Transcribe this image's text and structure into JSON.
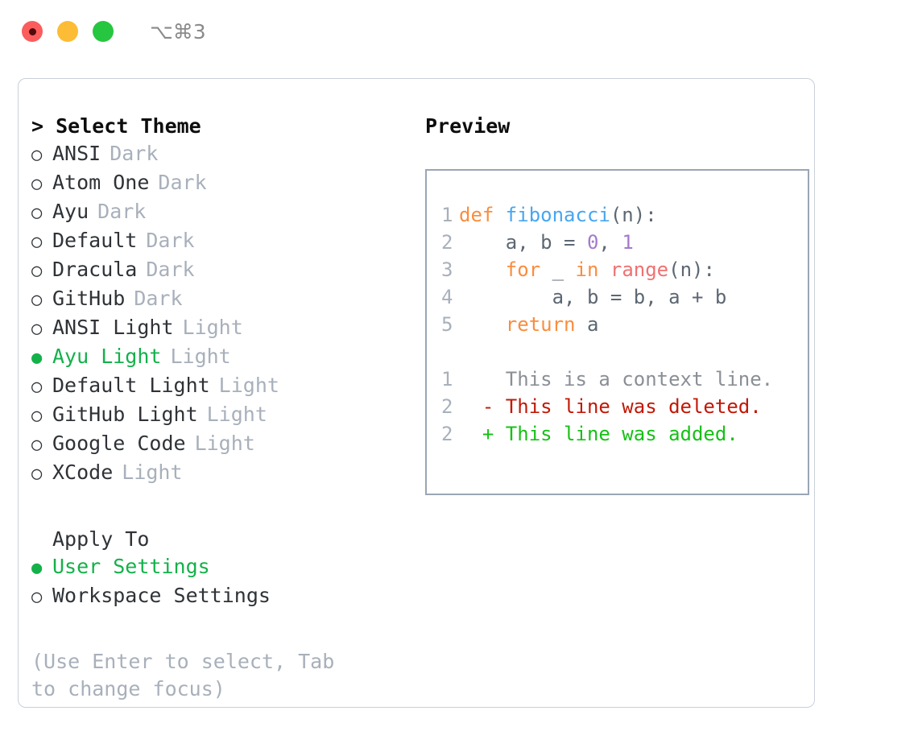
{
  "titlebar": {
    "shortcut": "⌥⌘3",
    "lights": [
      "close-red",
      "minimize-yellow",
      "zoom-green"
    ]
  },
  "left": {
    "header": "> Select Theme",
    "themes": [
      {
        "marker": "○",
        "name": "ANSI",
        "variant": "Dark",
        "selected": false
      },
      {
        "marker": "○",
        "name": "Atom One",
        "variant": "Dark",
        "selected": false
      },
      {
        "marker": "○",
        "name": "Ayu",
        "variant": "Dark",
        "selected": false
      },
      {
        "marker": "○",
        "name": "Default",
        "variant": "Dark",
        "selected": false
      },
      {
        "marker": "○",
        "name": "Dracula",
        "variant": "Dark",
        "selected": false
      },
      {
        "marker": "○",
        "name": "GitHub",
        "variant": "Dark",
        "selected": false
      },
      {
        "marker": "○",
        "name": "ANSI Light",
        "variant": "Light",
        "selected": false
      },
      {
        "marker": "●",
        "name": "Ayu Light",
        "variant": "Light",
        "selected": true
      },
      {
        "marker": "○",
        "name": "Default Light",
        "variant": "Light",
        "selected": false
      },
      {
        "marker": "○",
        "name": "GitHub Light",
        "variant": "Light",
        "selected": false
      },
      {
        "marker": "○",
        "name": "Google Code",
        "variant": "Light",
        "selected": false
      },
      {
        "marker": "○",
        "name": "XCode",
        "variant": "Light",
        "selected": false
      }
    ],
    "apply_to": {
      "label": "Apply To",
      "options": [
        {
          "marker": "●",
          "name": "User Settings",
          "selected": true
        },
        {
          "marker": "○",
          "name": "Workspace Settings",
          "selected": false
        }
      ]
    },
    "hint": "(Use Enter to select, Tab to change focus)"
  },
  "right": {
    "header": "Preview",
    "code": {
      "lines": [
        {
          "number": "1",
          "tokens": [
            {
              "t": "def ",
              "c": "kw"
            },
            {
              "t": "fibonacci",
              "c": "fn"
            },
            {
              "t": "(n):",
              "c": "plain"
            }
          ]
        },
        {
          "number": "2",
          "tokens": [
            {
              "t": "    a, b = ",
              "c": "plain"
            },
            {
              "t": "0",
              "c": "num"
            },
            {
              "t": ", ",
              "c": "plain"
            },
            {
              "t": "1",
              "c": "num"
            }
          ]
        },
        {
          "number": "3",
          "tokens": [
            {
              "t": "    ",
              "c": "plain"
            },
            {
              "t": "for",
              "c": "kw"
            },
            {
              "t": " _ ",
              "c": "plain"
            },
            {
              "t": "in",
              "c": "kw"
            },
            {
              "t": " ",
              "c": "plain"
            },
            {
              "t": "range",
              "c": "call"
            },
            {
              "t": "(n):",
              "c": "plain"
            }
          ]
        },
        {
          "number": "4",
          "tokens": [
            {
              "t": "        a, b = b, a + b",
              "c": "plain"
            }
          ]
        },
        {
          "number": "5",
          "tokens": [
            {
              "t": "    ",
              "c": "plain"
            },
            {
              "t": "return",
              "c": "kw"
            },
            {
              "t": " a",
              "c": "plain"
            }
          ]
        }
      ]
    },
    "diff": {
      "lines": [
        {
          "number": "1",
          "prefix": "  ",
          "text": "This is a context line.",
          "kind": "ctx"
        },
        {
          "number": "2",
          "prefix": "- ",
          "text": "This line was deleted.",
          "kind": "del"
        },
        {
          "number": "2",
          "prefix": "+ ",
          "text": "This line was added.",
          "kind": "add"
        }
      ]
    }
  },
  "colors": {
    "accent_green": "#14b14a",
    "muted": "#a8b0bb",
    "keyword": "#fa8d3e",
    "function": "#48a6f0",
    "number": "#a37acc",
    "call": "#f07171",
    "diff_delete": "#c21807",
    "diff_add": "#17c017"
  }
}
